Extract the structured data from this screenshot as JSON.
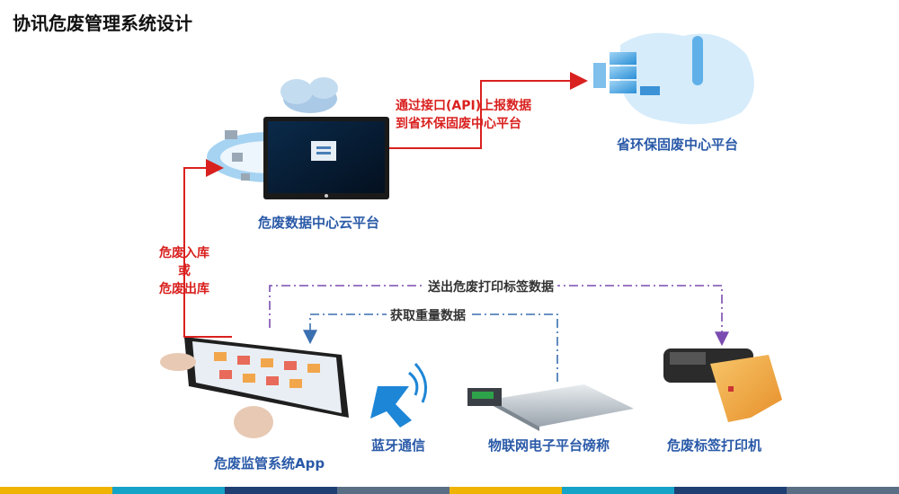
{
  "title": "协讯危废管理系统设计",
  "nodes": {
    "cloud_platform": "危废数据中心云平台",
    "provincial_platform": "省环保固废中心平台",
    "app": "危废监管系统App",
    "bluetooth": "蓝牙通信",
    "scale": "物联网电子平台磅称",
    "printer": "危废标签打印机"
  },
  "edges": {
    "api_line1": "通过接口(API)上报数据",
    "api_line2": "到省环保固废中心平台",
    "in_out_1": "危废入库",
    "in_out_2": "或",
    "in_out_3": "危废出库",
    "print_data": "送出危废打印标签数据",
    "weight_data": "获取重量数据"
  },
  "colors": {
    "red_arrow": "#d9211f",
    "purple_dash": "#7a4bb0",
    "blue_dash": "#3a6fb0",
    "label_blue": "#2a5aa8",
    "bar": [
      "#f0b400",
      "#15a3c7",
      "#1f3f73",
      "#5a6e86",
      "#f0b400",
      "#15a3c7",
      "#1f3f73",
      "#5a6e86"
    ]
  }
}
